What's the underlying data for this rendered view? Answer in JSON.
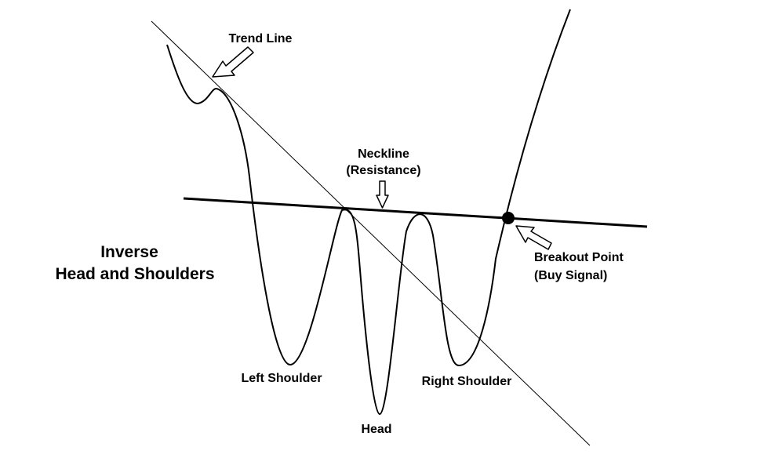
{
  "title": {
    "line1": "Inverse",
    "line2": "Head and Shoulders"
  },
  "labels": {
    "trend_line": "Trend Line",
    "neckline_1": "Neckline",
    "neckline_2": "(Resistance)",
    "breakout_1": "Breakout Point",
    "breakout_2": "(Buy Signal)",
    "left_shoulder": "Left Shoulder",
    "head": "Head",
    "right_shoulder": "Right Shoulder"
  },
  "colors": {
    "ink": "#000000",
    "background": "#ffffff"
  }
}
